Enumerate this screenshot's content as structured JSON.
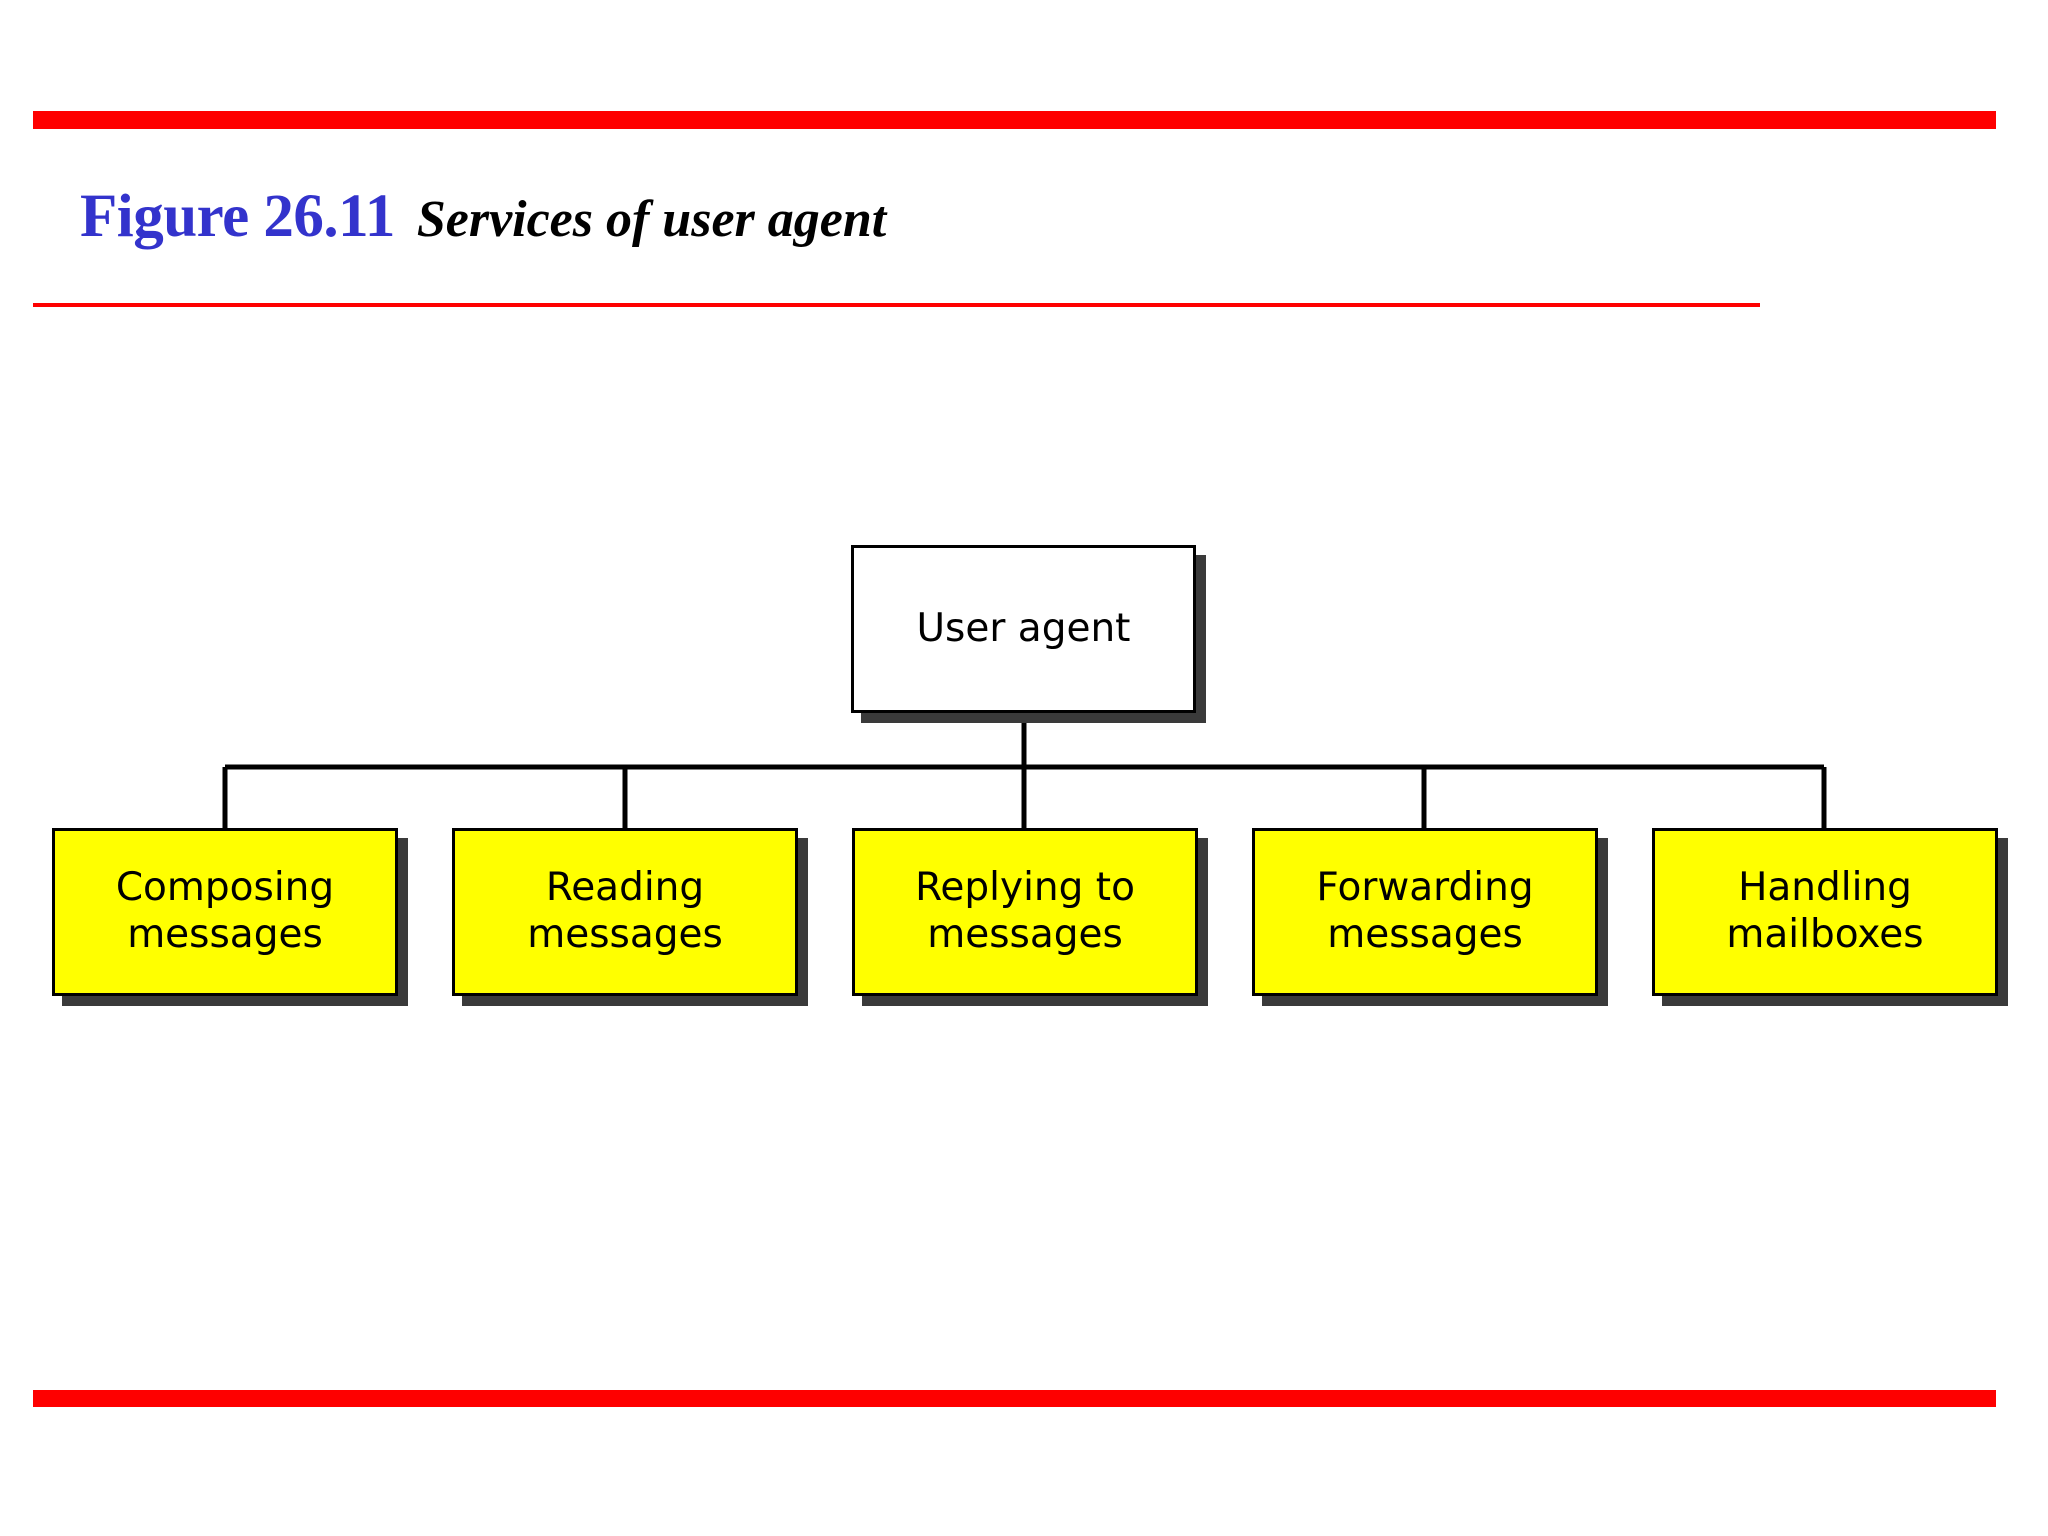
{
  "slide": {
    "background_color": "#ffffff",
    "rule_color": "#fe0000"
  },
  "title": {
    "figure_label": "Figure 26.11",
    "figure_label_color": "#3333cc",
    "caption": "Services of user agent",
    "caption_color": "#000000"
  },
  "diagram": {
    "type": "tree",
    "root": {
      "label": "User agent",
      "fill_color": "#ffffff",
      "border_color": "#000000",
      "shadow_color": "#3a3a3a"
    },
    "children": [
      {
        "label": "Composing\nmessages",
        "fill_color": "#ffff00",
        "border_color": "#000000"
      },
      {
        "label": "Reading\nmessages",
        "fill_color": "#ffff00",
        "border_color": "#000000"
      },
      {
        "label": "Replying to\nmessages",
        "fill_color": "#ffff00",
        "border_color": "#000000"
      },
      {
        "label": "Forwarding\nmessages",
        "fill_color": "#ffff00",
        "border_color": "#000000"
      },
      {
        "label": "Handling\nmailboxes",
        "fill_color": "#ffff00",
        "border_color": "#000000"
      }
    ],
    "connector_color": "#000000"
  }
}
